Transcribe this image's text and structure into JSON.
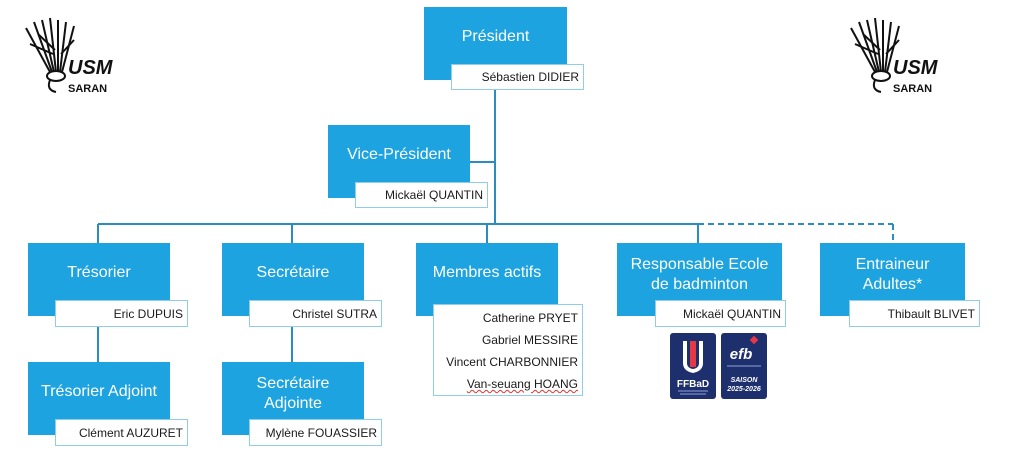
{
  "logos": {
    "left": {
      "name": "SARAN",
      "brand": "USM"
    },
    "right": {
      "name": "SARAN",
      "brand": "USM"
    }
  },
  "roles": {
    "president": {
      "title": "Président",
      "name": "Sébastien DIDIER"
    },
    "vice_president": {
      "title": "Vice-Président",
      "name": "Mickaël QUANTIN"
    },
    "tresorier": {
      "title": "Trésorier",
      "name": "Eric DUPUIS"
    },
    "secretaire": {
      "title": "Secrétaire",
      "name": "Christel SUTRA"
    },
    "membres_actifs": {
      "title": "Membres actifs",
      "names": [
        "Catherine PRYET",
        "Gabriel MESSIRE",
        "Vincent CHARBONNIER",
        "Van-seuang HOANG"
      ]
    },
    "responsable_ecole": {
      "title_line1": "Responsable Ecole",
      "title_line2": "de badminton",
      "name": "Mickaël QUANTIN"
    },
    "entraineur": {
      "title_line1": "Entraineur",
      "title_line2": "Adultes*",
      "name": "Thibault BLIVET"
    },
    "tresorier_adjoint": {
      "title": "Trésorier Adjoint",
      "name": "Clément AUZURET"
    },
    "secretaire_adjointe": {
      "title_line1": "Secrétaire",
      "title_line2": "Adjointe",
      "name": "Mylène FOUASSIER"
    }
  },
  "badges": {
    "ffbad": {
      "label": "FFBaD"
    },
    "efb": {
      "label": "efb",
      "season_label": "SAISON",
      "season": "2025-2026"
    }
  },
  "colors": {
    "box": "#1da3e0",
    "line": "#2a8cbf",
    "navy": "#1e2f6e"
  }
}
